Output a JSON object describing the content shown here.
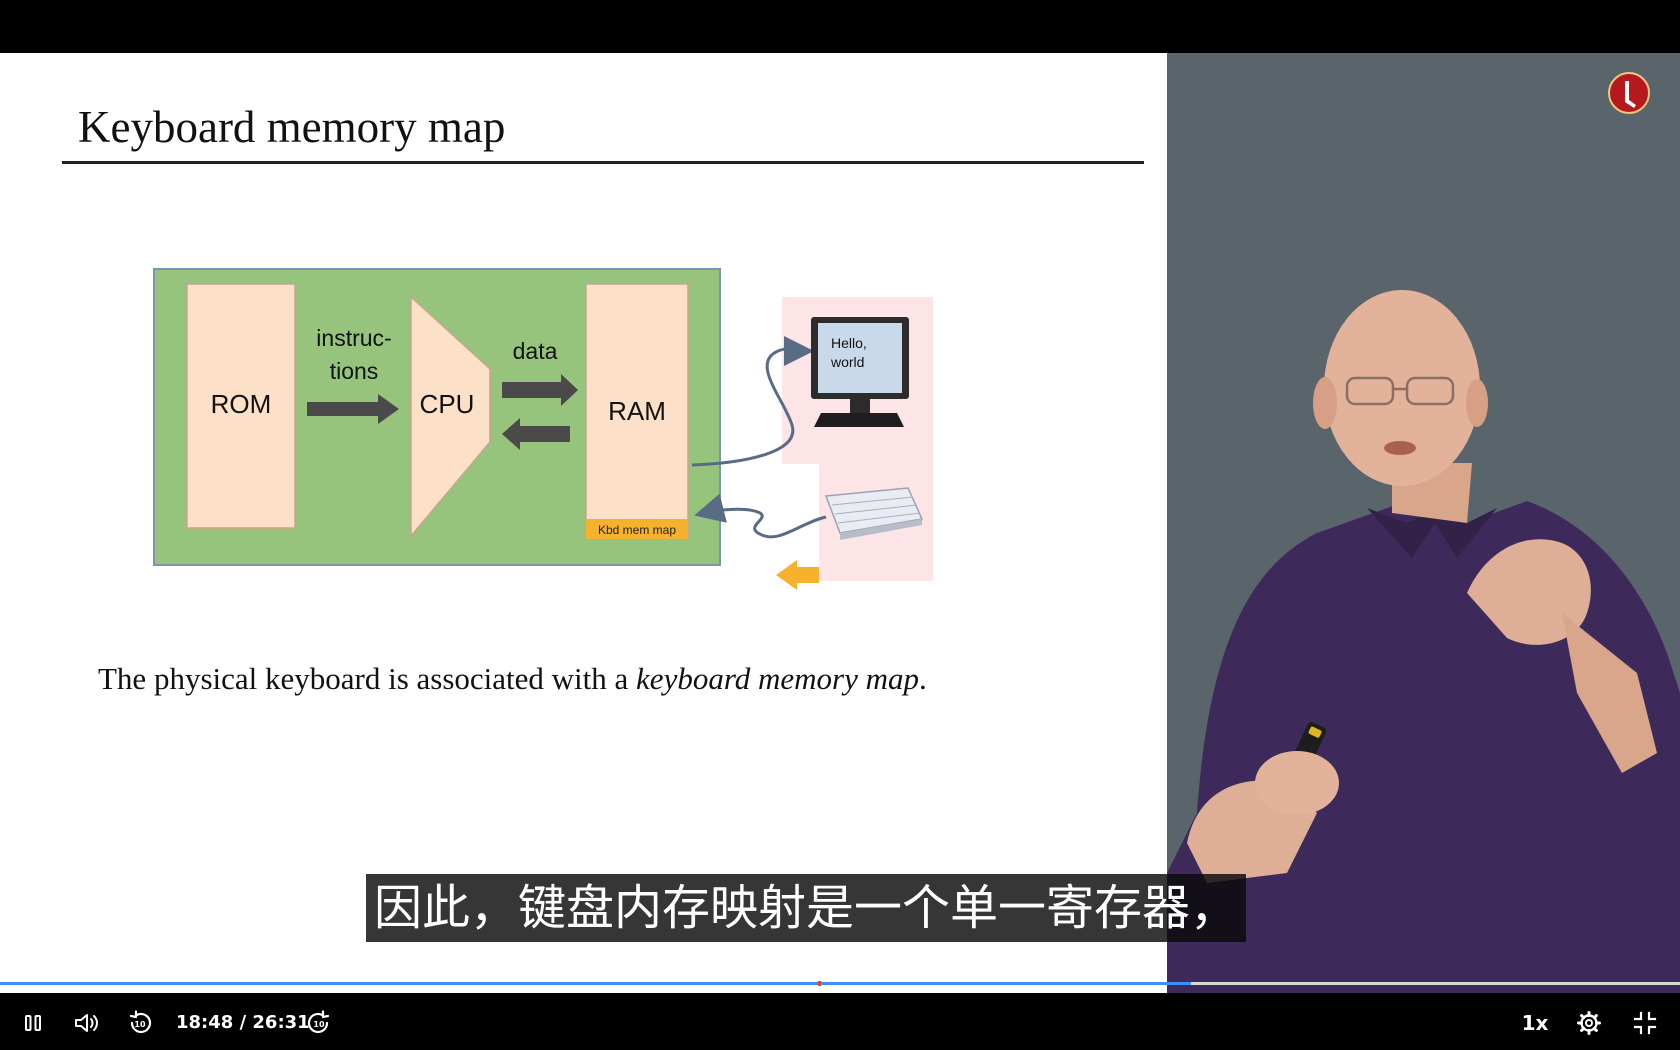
{
  "slide": {
    "title": "Keyboard memory map",
    "caption_plain": "The physical keyboard is associated with a ",
    "caption_italic": "keyboard memory map",
    "caption_end": "."
  },
  "diagram": {
    "rom_label": "ROM",
    "instructions_label_1": "instruc-",
    "instructions_label_2": "tions",
    "cpu_label": "CPU",
    "data_label": "data",
    "ram_label": "RAM",
    "kbd_label": "Kbd mem map",
    "screen_text_1": "Hello,",
    "screen_text_2": "world"
  },
  "subtitle": "因此，键盘内存映射是一个单一寄存器，",
  "player": {
    "current_time": "18:48",
    "total_time": "26:31",
    "time_separator": " / ",
    "progress": 0.709,
    "speed_label": "1x"
  },
  "icons": {
    "play_pause": "pause-icon",
    "volume": "volume-icon",
    "rewind": "rewind-10-icon",
    "forward": "forward-10-icon",
    "settings": "gear-icon",
    "fullscreen": "exit-fullscreen-icon",
    "logo": "channel-logo"
  },
  "colors": {
    "accent_progress": "#3e8ef7",
    "diagram_background": "#97c47d",
    "memory_block": "#fde0c8",
    "kbd_map": "#f6b12e"
  }
}
